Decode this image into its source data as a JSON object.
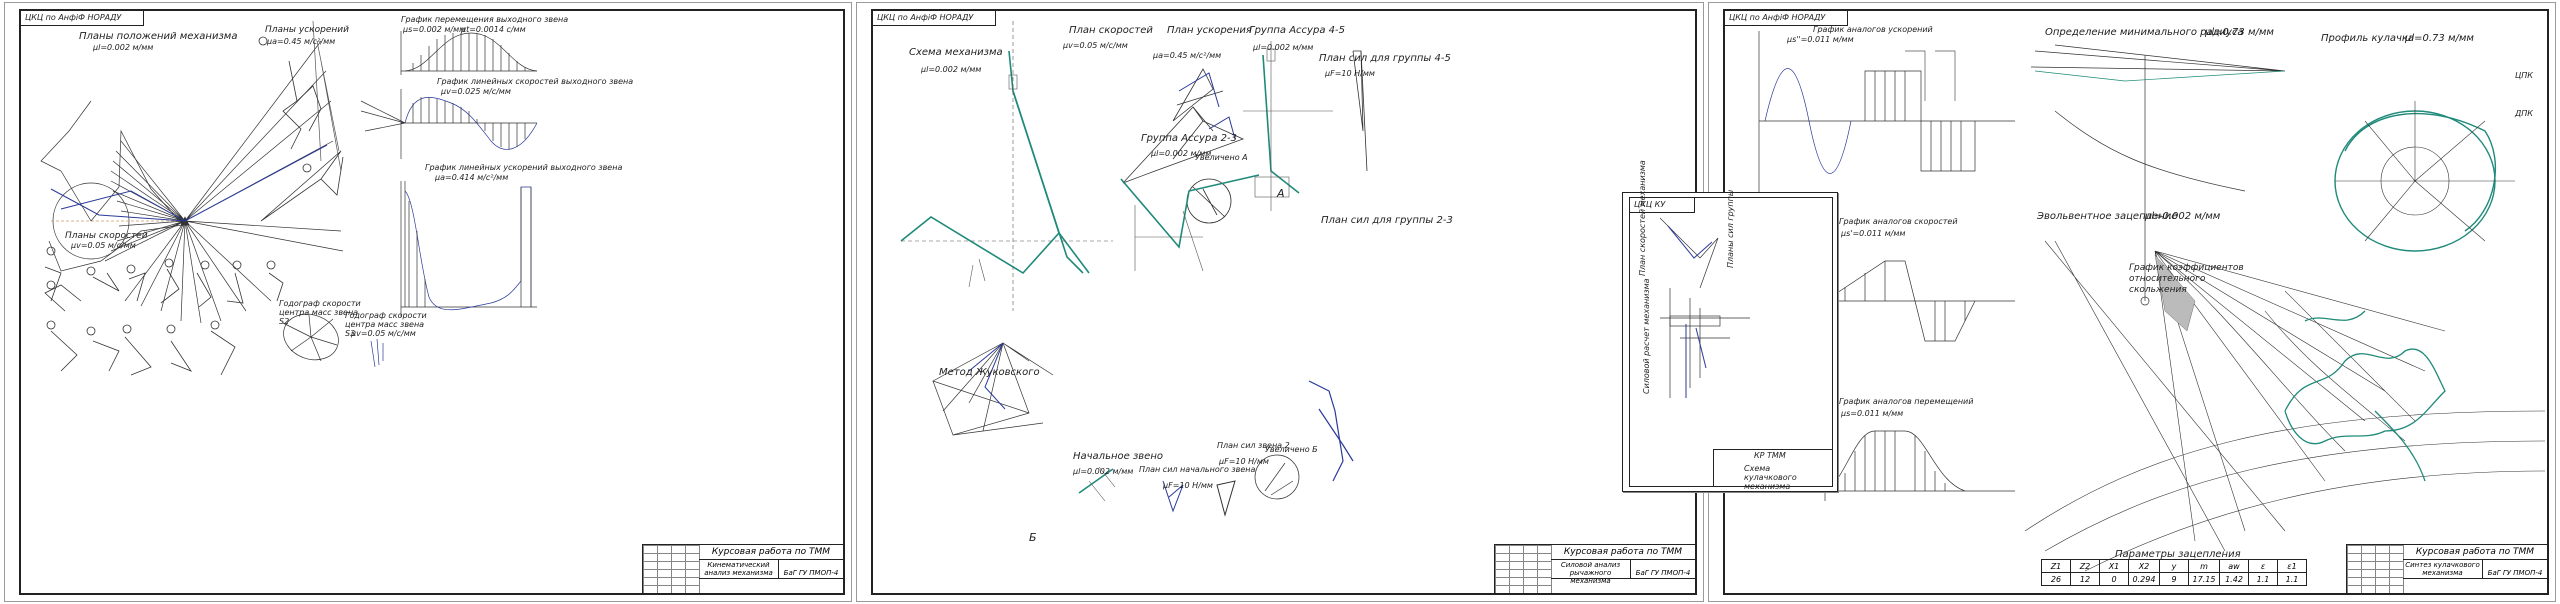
{
  "sheets": [
    {
      "stamp": "ЦКЦ по АнфiФ НОРАДУ",
      "titleblock": {
        "title": "Курсовая работа по ТММ",
        "subtitle": "Кинематический анализ механизма",
        "code": "БаГ ГУ ПМОП-4"
      },
      "labels": {
        "positions": "Планы положений механизма",
        "positions_scale": "μl=0.002 м/мм",
        "accel": "Планы ускорений",
        "accel_scale": "μa=0.45 м/с²/мм",
        "disp_graph": "График перемещения выходного звена",
        "disp_scale_a": "μs=0.002 м/мм",
        "disp_scale_b": "μt=0.0014 с/мм",
        "vel_graph": "График линейных скоростей выходного звена",
        "vel_scale": "μv=0.025 м/с/мм",
        "acc_graph": "График линейных ускорений выходного звена",
        "acc_scale": "μa=0.414 м/с²/мм",
        "vel_plans": "Планы скоростей",
        "vel_plans_scale": "μv=0.05 м/с/мм",
        "hodograph": "Годограф скорости центра масс звена S2",
        "hodograph2": "Годограф скорости центра масс звена S3",
        "hodo_scale": "μv=0.05 м/с/мм"
      }
    },
    {
      "stamp": "ЦКЦ по АнфiФ НОРАДУ",
      "titleblock": {
        "title": "Курсовая работа по ТММ",
        "subtitle": "Силовой анализ рычажного механизма",
        "code": "БаГ ГУ ПМОП-4"
      },
      "labels": {
        "scheme": "Схема механизма",
        "scheme_scale": "μl=0.002 м/мм",
        "vplan": "План скоростей",
        "vplan_scale": "μv=0.05 м/с/мм",
        "aplan": "План ускорения",
        "aplan_scale": "μa=0.45 м/с²/мм",
        "group45": "Группа Ассура 4-5",
        "group45_scale": "μl=0.002 м/мм",
        "forces45": "План сил для группы 4-5",
        "forces45_scale": "μF=10 Н/мм",
        "zoomA": "Увеличено А",
        "group23": "Группа Ассура 2-3",
        "group23_scale": "μl=0.002 м/мм",
        "forces23": "План сил для группы 2-3",
        "zhukovsky": "Метод Жуковского",
        "initial": "Начальное звено",
        "initial_scale": "μl=0.002 м/мм",
        "finit": "План сил начального звена",
        "finit_scale": "μF=10 Н/мм",
        "f2": "План сил звена 2",
        "f2_scale": "μF=10 Н/мм",
        "zoomB": "Увеличено Б",
        "markA": "А",
        "markB": "Б"
      }
    },
    {
      "stamp": "ЦКЦ по АнфiФ НОРАДУ",
      "titleblock": {
        "title": "Курсовая работа по ТММ",
        "subtitle": "Синтез кулачкового механизма",
        "code": "БаГ ГУ ПМОП-4"
      },
      "labels": {
        "g1": "График аналогов ускорений",
        "g1_scale": "μs''=0.011 м/мм",
        "g2": "График аналогов скоростей",
        "g2_scale": "μs'=0.011 м/мм",
        "g3": "График аналогов перемещений",
        "g3_scale": "μs=0.011 м/мм",
        "rmin": "Определение минимального радиуса",
        "rmin_scale": "μl=0.73 м/мм",
        "profile": "Профиль кулачка",
        "profile_scale": "μl=0.73 м/мм",
        "cw": "ЦПК",
        "pw": "ДПК",
        "gear": "Эвольвентное зацепление",
        "gear_scale": "μl=0.002 м/мм",
        "slip": "График коэффициентов относительного скольжения",
        "params": "Параметры зацепления"
      },
      "param_table": {
        "headers": [
          "Z1",
          "Z2",
          "X1",
          "X2",
          "y",
          "m",
          "aw",
          "ε",
          "ε1"
        ],
        "values": [
          "26",
          "12",
          "0",
          "0.294",
          "9",
          "17.15",
          "1.42",
          "1.1",
          "1.1"
        ]
      }
    }
  ],
  "overlay": {
    "stamp": "ЦКЦ КУ",
    "l1": "План скоростей механизма",
    "l2": "Планы сил группы",
    "l3": "Силовой расчет механизма",
    "title": "КР ТММ",
    "sub": "Схема кулачкового механизма"
  },
  "colors": {
    "ink": "#222222",
    "mech": "#1f8a7a",
    "blue": "#2a3a9a"
  }
}
